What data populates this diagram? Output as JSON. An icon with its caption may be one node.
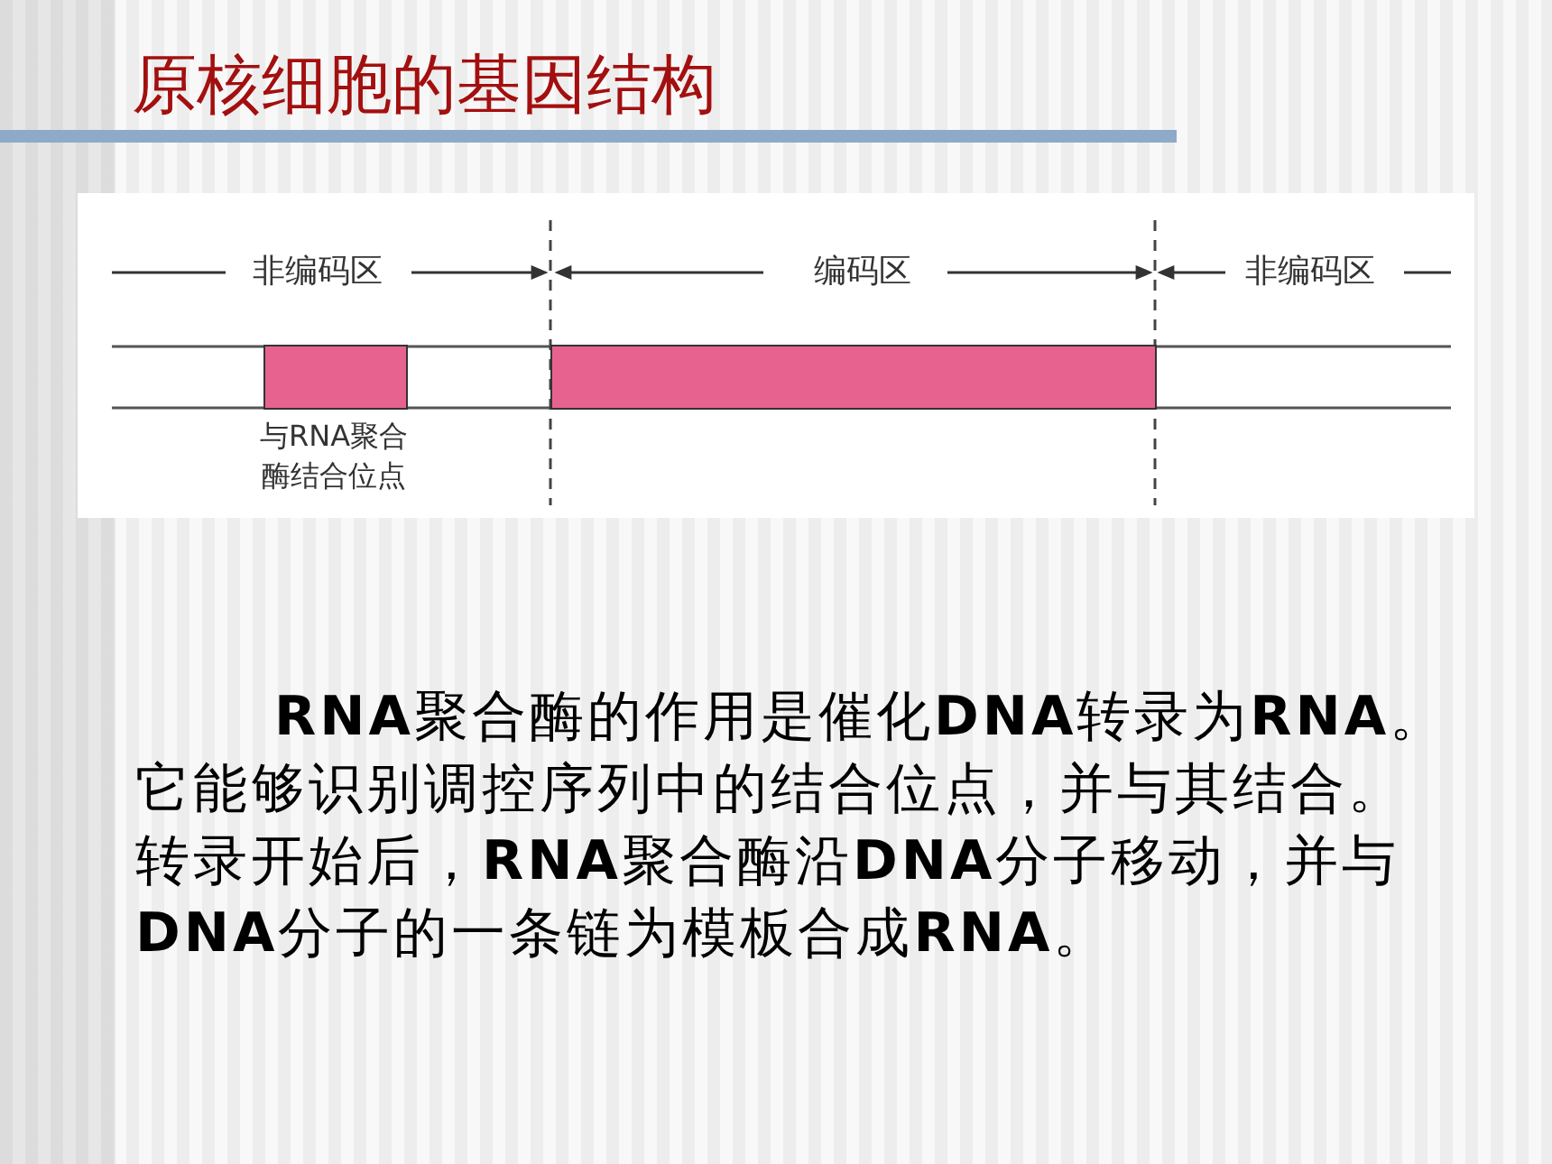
{
  "diagram": {
    "title": "原核细胞的基因结构",
    "nodes": [
      {
        "text": [],
        "shape": "bar",
        "beside": [
          "与RNA聚合酶结合位点"
        ]
      },
      {
        "text": [],
        "shape": "bar"
      }
    ],
    "labels": [
      "非编码区",
      "编码区",
      "非编码区",
      "**RNA**聚合酶的作用是催化**DNA**转录为**RNA**。它能够识别调控序列中的结合位点，并与其结合。转录开始后，**RNA**聚合酶沿**DNA**分子移动，并与**DNA**分子的一条链为模板合成**RNA**。"
    ]
  }
}
